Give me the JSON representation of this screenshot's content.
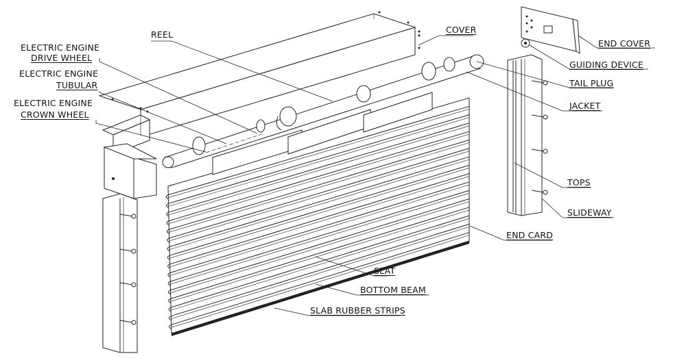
{
  "labels": {
    "reel": "REEL",
    "cover": "COVER",
    "end_cover": "END COVER",
    "engine_drive_1": "ELECTRIC ENGINE",
    "engine_drive_2": "DRIVE WHEEL",
    "engine_tubular_1": "ELECTRIC ENGINE",
    "engine_tubular_2": "TUBULAR",
    "engine_crown_1": "ELECTRIC ENGINE",
    "engine_crown_2": "CROWN WHEEL",
    "guiding_device": "GUIDING DEVICE",
    "tail_plug": "TAIL PLUG",
    "jacket": "JACKET",
    "tops": "TOPS",
    "slideway": "SLIDEWAY",
    "end_card": "END CARD",
    "slat": "SLAT",
    "bottom_beam": "BOTTOM BEAM",
    "slab_rubber_strips": "SLAB RUBBER STRIPS"
  },
  "colors": {
    "line": "#222222",
    "background": "#ffffff",
    "panel": "#eeeeee"
  }
}
